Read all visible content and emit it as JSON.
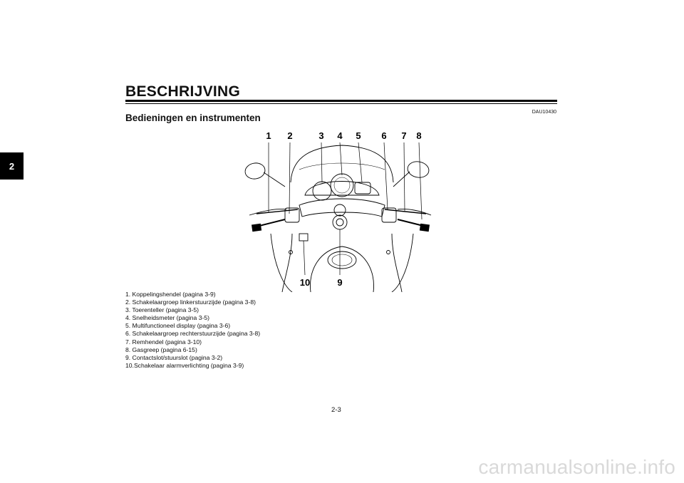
{
  "chapter_tab": "2",
  "header": {
    "title": "BESCHRIJVING",
    "doc_code": "DAU10430"
  },
  "subtitle": "Bedieningen en instrumenten",
  "diagram": {
    "top_callouts": [
      "1",
      "2",
      "3",
      "4",
      "5",
      "6",
      "7",
      "8"
    ],
    "bottom_callouts": [
      "10",
      "9"
    ]
  },
  "legend": [
    "1.  Koppelingshendel (pagina 3-9)",
    "2.  Schakelaargroep linkerstuurzijde (pagina 3-8)",
    "3.  Toerenteller (pagina 3-5)",
    "4.  Snelheidsmeter (pagina 3-5)",
    "5.  Multifunctioneel display (pagina 3-6)",
    "6.  Schakelaargroep rechterstuurzijde (pagina 3-8)",
    "7.  Remhendel (pagina 3-10)",
    "8.  Gasgreep (pagina 6-15)",
    "9.  Contactslot/stuurslot (pagina 3-2)",
    "10.Schakelaar alarmverlichting (pagina 3-9)"
  ],
  "page_number": "2-3",
  "watermark": "carmanualsonline.info"
}
